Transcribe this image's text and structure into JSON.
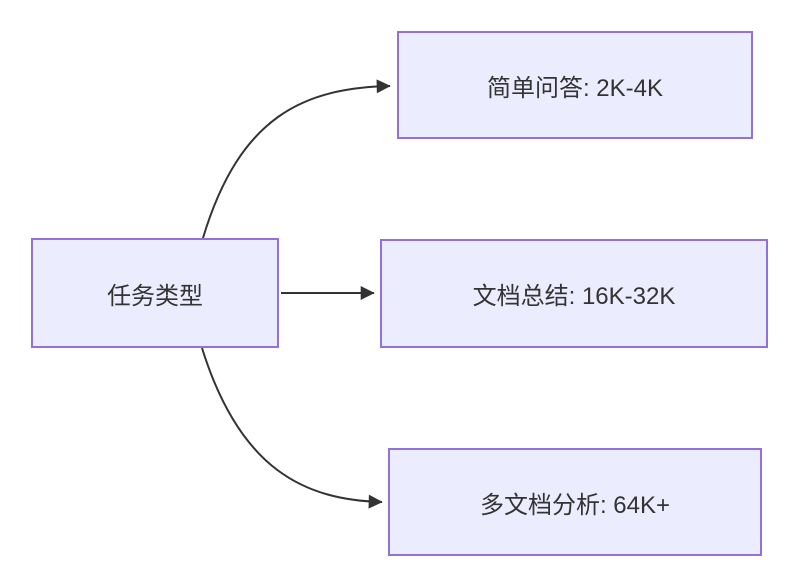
{
  "diagram": {
    "type": "flowchart-left-to-right",
    "nodes": {
      "root": {
        "label": "任务类型"
      },
      "simple_qa": {
        "label": "简单问答: 2K-4K"
      },
      "doc_summary": {
        "label": "文档总结: 16K-32K"
      },
      "multi_doc": {
        "label": "多文档分析: 64K+"
      }
    },
    "edges": [
      {
        "from": "任务类型",
        "to": "简单问答: 2K-4K"
      },
      {
        "from": "任务类型",
        "to": "文档总结: 16K-32K"
      },
      {
        "from": "任务类型",
        "to": "多文档分析: 64K+"
      }
    ],
    "colors": {
      "node_fill": "#ECECFF",
      "node_border": "#9370DB",
      "edge_stroke": "#333333",
      "text": "#333333",
      "background": "#ffffff"
    }
  }
}
